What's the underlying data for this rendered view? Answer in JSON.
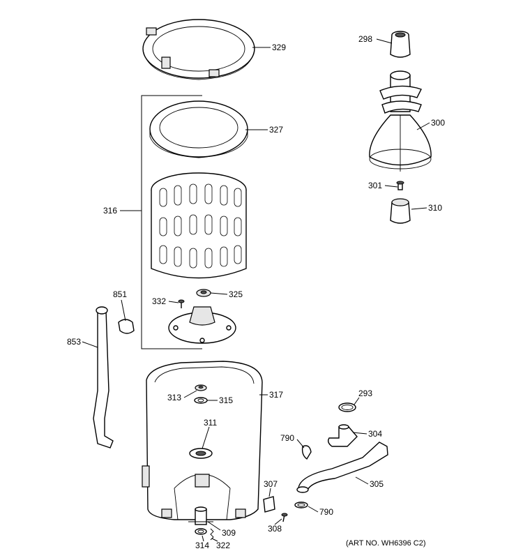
{
  "diagram": {
    "art_number": "(ART NO. WH6396 C2)",
    "parts": {
      "p329": "329",
      "p298": "298",
      "p300": "300",
      "p327": "327",
      "p316": "316",
      "p301": "301",
      "p310": "310",
      "p851": "851",
      "p332": "332",
      "p325": "325",
      "p853": "853",
      "p317": "317",
      "p313": "313",
      "p315": "315",
      "p293": "293",
      "p311": "311",
      "p790a": "790",
      "p304": "304",
      "p307": "307",
      "p305": "305",
      "p790b": "790",
      "p308": "308",
      "p309": "309",
      "p314": "314",
      "p322": "322"
    }
  }
}
